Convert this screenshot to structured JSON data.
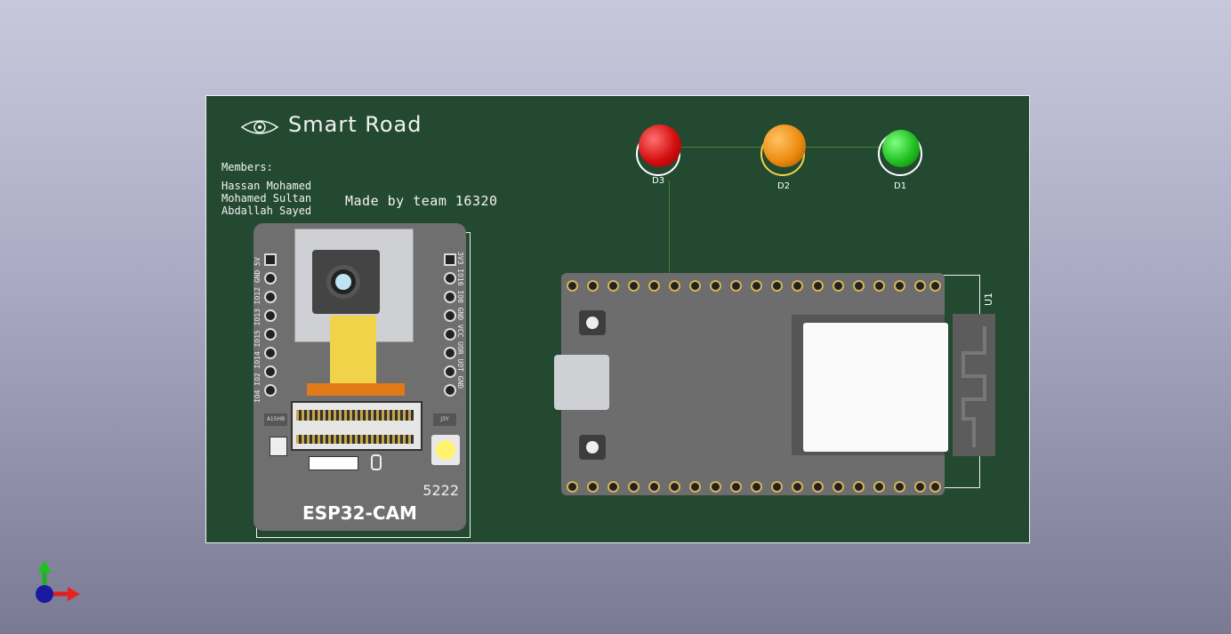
{
  "pcb": {
    "title": "Smart Road",
    "members_heading": "Members:",
    "members": [
      "Hassan Mohamed",
      "Mohamed Sultan",
      "Abdallah Sayed"
    ],
    "team_line": "Made by team 16320"
  },
  "esp32_cam": {
    "label": "ESP32-CAM",
    "number": "5222",
    "left_pin_labels": "IO4 IO2 IO14 IO15 IO13 IO12 GND 5V",
    "right_pin_labels": "3V3 IO16 IO0 GND VCC UOR UOT GND",
    "small_marks": [
      "A15HB",
      "J3Y"
    ]
  },
  "leds": [
    {
      "ref": "D3",
      "color": "#e01010"
    },
    {
      "ref": "D2",
      "color": "#f09010"
    },
    {
      "ref": "D1",
      "color": "#20c020"
    }
  ],
  "esp32_devkit": {
    "ref": "U1"
  },
  "colors": {
    "board": "#234a30",
    "silkscreen": "#f2f2f2",
    "background_top": "#c8c8dc",
    "background_bottom": "#7a7a95"
  },
  "icons": [
    "eye-logo-icon",
    "axis-gizmo-icon"
  ]
}
